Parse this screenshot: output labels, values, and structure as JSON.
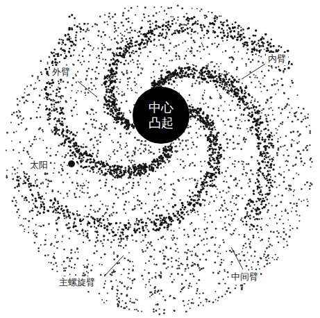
{
  "diagram": {
    "nodes": [
      {
        "text": [
          "中心凸起"
        ]
      }
    ],
    "labels": [
      "外臂",
      "内臂",
      "太阳",
      "主螺旋臂",
      "中间臂"
    ]
  }
}
